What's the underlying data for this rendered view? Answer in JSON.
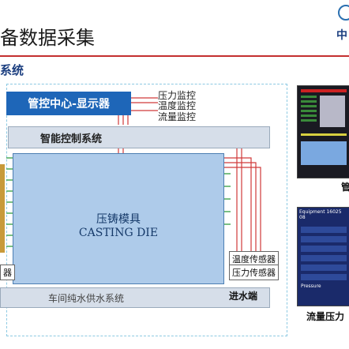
{
  "header": {
    "title": "备数据采集",
    "logo_text": "中"
  },
  "section": {
    "title": "系统"
  },
  "diagram": {
    "control_center": "管控中心-显示器",
    "monitor_labels": [
      "压力监控",
      "温度监控",
      "流量监控"
    ],
    "intelligent_system": "智能控制系统",
    "die_label_cn": "压铸模具",
    "die_label_en": "CASTING DIE",
    "sensors": {
      "temp": "温度传感器",
      "pressure": "压力传感器",
      "left_partial": "器"
    },
    "water_system": "车间纯水供水系统",
    "water_inlet": "进水端"
  },
  "screenshots": {
    "top_caption": "管",
    "bottom_caption": "流量压力",
    "readout_header": "Equipment 16025 08",
    "pressure_label": "Pressure"
  },
  "colors": {
    "accent_blue": "#1e66b8",
    "rule_red": "#c43030",
    "pipe_red": "#d03a3a",
    "pipe_green": "#2a9a3a"
  }
}
